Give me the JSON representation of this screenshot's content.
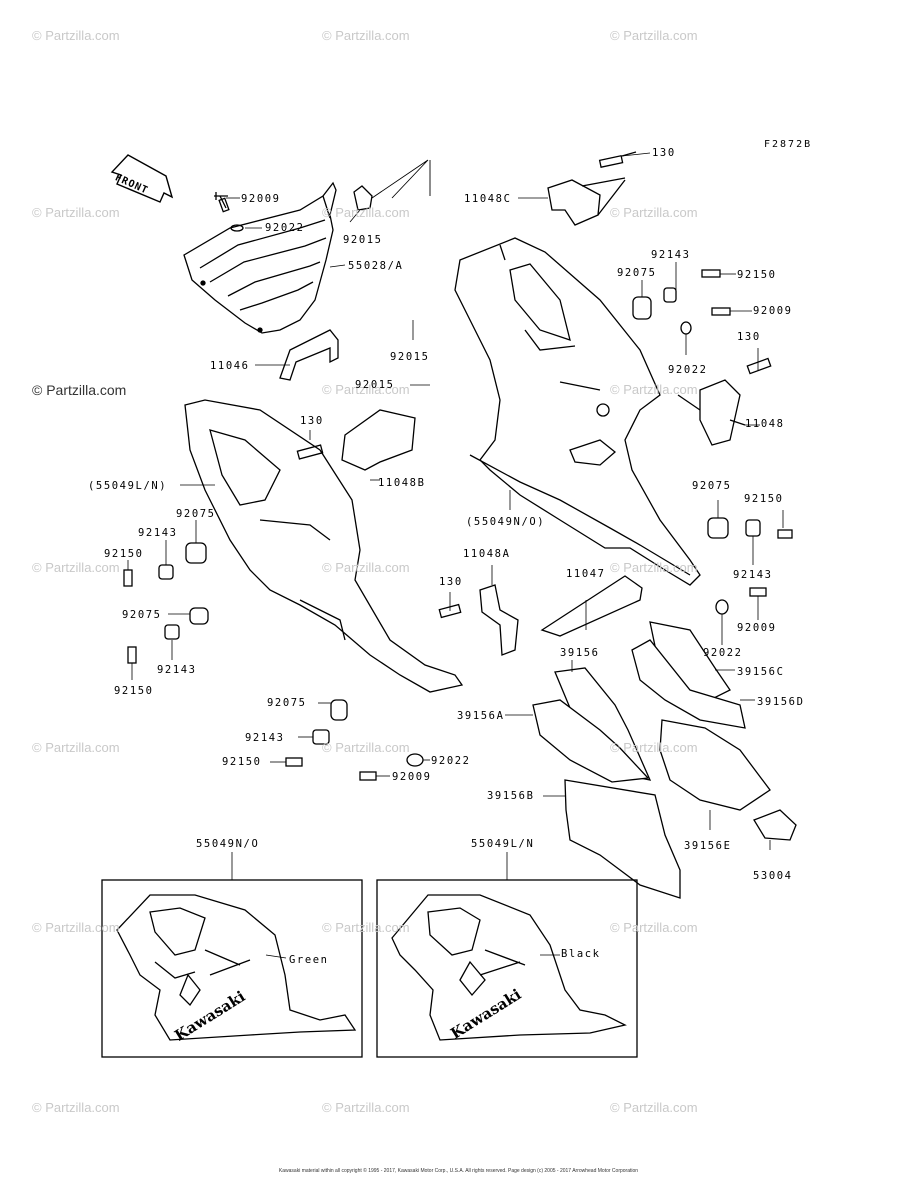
{
  "figure_code": "F2872B",
  "front_arrow_label": "FRONT",
  "watermark_text": "© Partzilla.com",
  "copyright": "Kawasaki material within all copyright © 1995 - 2017, Kawasaki Motor Corp., U.S.A. All rights reserved. Page design (c) 2005 - 2017 Arrowhead Motor Corporation",
  "callouts": {
    "c130_top": "130",
    "c11048C": "11048C",
    "c92009_a": "92009",
    "c92022_a": "92022",
    "c92015_a": "92015",
    "c55028A": "55028/A",
    "c92143_a": "92143",
    "c92075_a": "92075",
    "c92150_a": "92150",
    "c92009_b": "92009",
    "c130_b": "130",
    "c92015_b": "92015",
    "c11046": "11046",
    "c92015_c": "92015",
    "c92022_b": "92022",
    "c11048": "11048",
    "c130_c": "130",
    "c11048B": "11048B",
    "c55049LN": "(55049L/N)",
    "c92075_b": "92075",
    "c92143_b": "92143",
    "c92150_b": "92150",
    "c92075_c": "92075",
    "c92143_c": "92143",
    "c92150_c": "92150",
    "c55049NO": "(55049N/O)",
    "c92075_d": "92075",
    "c92150_d": "92150",
    "c92143_d": "92143",
    "c11048A": "11048A",
    "c11047": "11047",
    "c130_d": "130",
    "c92009_c": "92009",
    "c92022_c": "92022",
    "c39156": "39156",
    "c39156C": "39156C",
    "c39156D": "39156D",
    "c39156A": "39156A",
    "c92075_e": "92075",
    "c92143_e": "92143",
    "c92150_e": "92150",
    "c92022_d": "92022",
    "c92009_d": "92009",
    "c39156B": "39156B",
    "c39156E": "39156E",
    "c53004": "53004"
  },
  "variants": {
    "left_label": "55049N/O",
    "left_color": "Green",
    "right_label": "55049L/N",
    "right_color": "Black",
    "brand_text": "Kawasaki"
  }
}
